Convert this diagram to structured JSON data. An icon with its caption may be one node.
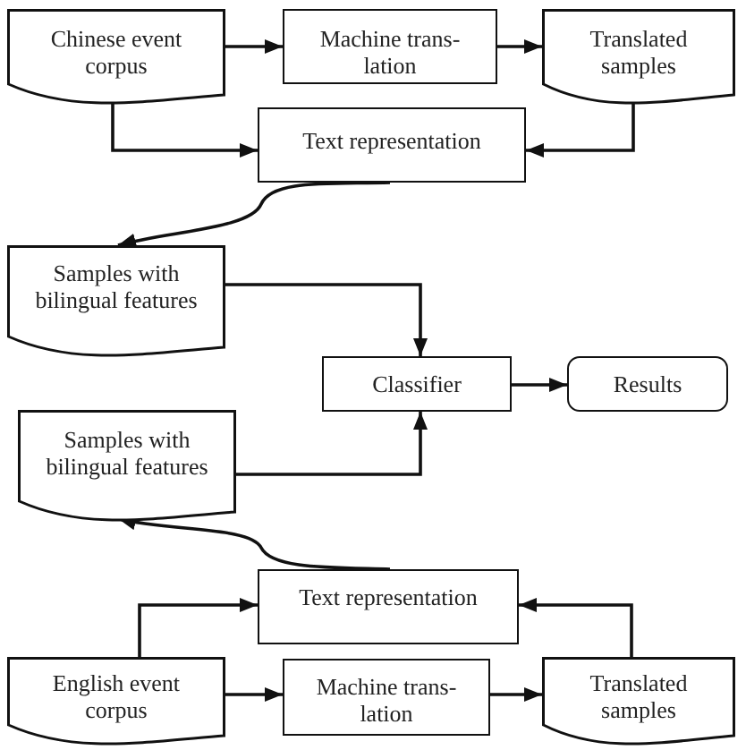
{
  "diagram": {
    "nodes": [
      {
        "text": [
          "Chinese event corpus"
        ]
      },
      {
        "text": [
          "Machine trans- lation"
        ]
      },
      {
        "text": [
          "Translated samples"
        ]
      },
      {
        "text": [
          "Text representation"
        ]
      },
      {
        "text": [
          "Samples with bilingual features"
        ]
      },
      {
        "text": [
          "Classifier"
        ]
      },
      {
        "text": [
          "Results"
        ]
      },
      {
        "text": [
          "Samples with bilingual features"
        ]
      },
      {
        "text": [
          "Text representation"
        ]
      },
      {
        "text": [
          "English event corpus"
        ]
      },
      {
        "text": [
          "Machine trans- lation"
        ]
      },
      {
        "text": [
          "Translated samples"
        ]
      }
    ],
    "edges": [
      {
        "from": 0,
        "to": 1,
        "arrow": "to"
      },
      {
        "from": 1,
        "to": 2,
        "arrow": "to"
      },
      {
        "from": 0,
        "to": 3,
        "arrow": "to"
      },
      {
        "from": 2,
        "to": 3,
        "arrow": "to"
      },
      {
        "from": 3,
        "to": 4,
        "arrow": "to"
      },
      {
        "from": 4,
        "to": 5,
        "arrow": "to"
      },
      {
        "from": 7,
        "to": 5,
        "arrow": "to"
      },
      {
        "from": 5,
        "to": 6,
        "arrow": "to"
      },
      {
        "from": 8,
        "to": 7,
        "arrow": "to"
      },
      {
        "from": 9,
        "to": 8,
        "arrow": "to"
      },
      {
        "from": 11,
        "to": 8,
        "arrow": "to"
      },
      {
        "from": 9,
        "to": 10,
        "arrow": "to"
      },
      {
        "from": 10,
        "to": 11,
        "arrow": "to"
      }
    ]
  }
}
